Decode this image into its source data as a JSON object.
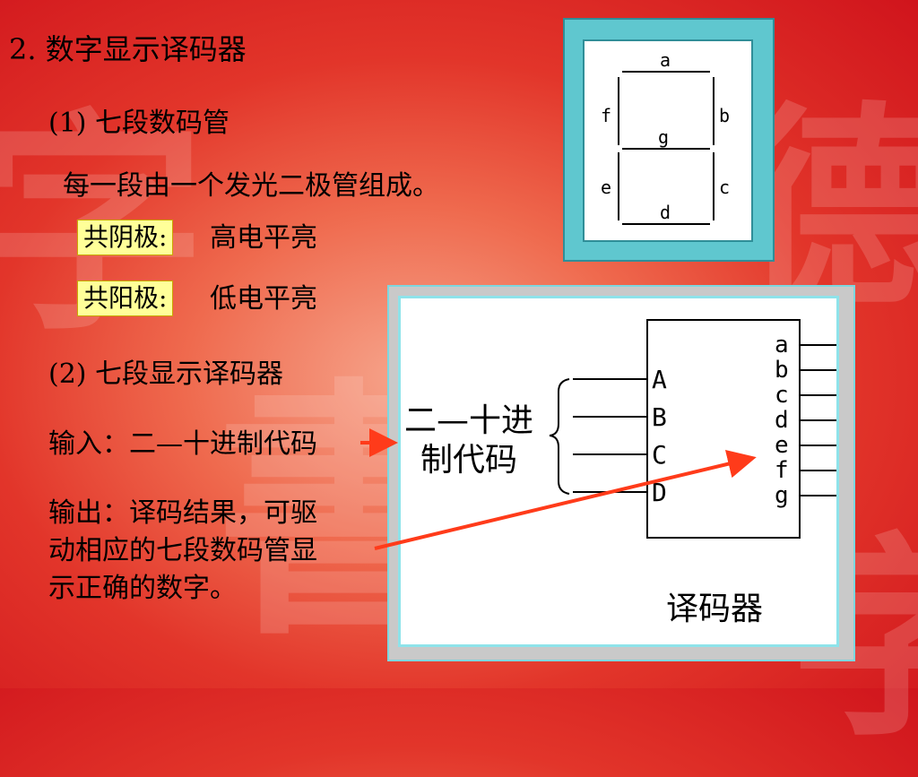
{
  "slide": {
    "title": "2. 数字显示译码器",
    "section1": "(1) 七段数码管",
    "desc": "每一段由一个发光二极管组成。",
    "common_cathode_label": "共阴极:",
    "common_cathode_value": "高电平亮",
    "common_anode_label": "共阳极:",
    "common_anode_value": "低电平亮",
    "section2": "(2) 七段显示译码器",
    "input_text": "输入：二—十进制代码",
    "output_line1": "输出：译码结果，可驱",
    "output_line2": "动相应的七段数码管显",
    "output_line3": "示正确的数字。"
  },
  "seven_segment": {
    "segments": {
      "a": "a",
      "b": "b",
      "c": "c",
      "d": "d",
      "e": "e",
      "f": "f",
      "g": "g"
    }
  },
  "decoder": {
    "input_label_line1": "二—十进",
    "input_label_line2": "制代码",
    "inputs": [
      "A",
      "B",
      "C",
      "D"
    ],
    "outputs": [
      "a",
      "b",
      "c",
      "d",
      "e",
      "f",
      "g"
    ],
    "caption": "译码器"
  },
  "colors": {
    "background": "#d0141c",
    "highlight": "#ffff99",
    "frame": "#5fc7cf",
    "arrow": "#ff3b1a"
  }
}
